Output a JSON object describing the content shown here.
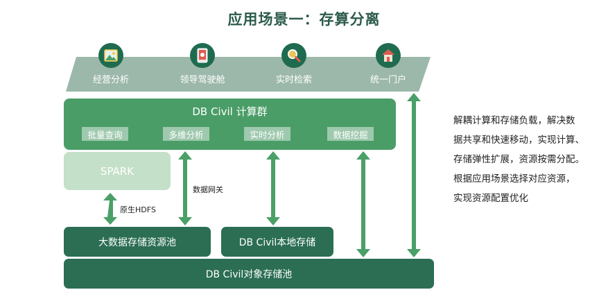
{
  "title": "应用场景一：存算分离",
  "apps": [
    {
      "label": "经营分析",
      "icon": "image-icon"
    },
    {
      "label": "领导驾驶舱",
      "icon": "phone-icon"
    },
    {
      "label": "实时检索",
      "icon": "search-icon"
    },
    {
      "label": "统一门户",
      "icon": "home-icon"
    }
  ],
  "cluster": {
    "title": "DB Civil 计算群",
    "tags": [
      "批量查询",
      "多维分析",
      "实时分析",
      "数据挖掘"
    ]
  },
  "spark": "SPARK",
  "labels": {
    "native_hdfs": "原生HDFS",
    "data_gateway": "数据网关"
  },
  "storage": {
    "big_data_pool": "大数据存储资源池",
    "local_storage": "DB Civil本地存储",
    "object_pool": "DB Civil对象存储池"
  },
  "description": [
    "解耦计算和存储负载，解决数",
    "据共享和快速移动，实现计算、",
    "存储弹性扩展，资源按需分配。",
    "根据应用场景选择对应资源，",
    "实现资源配置优化"
  ],
  "colors": {
    "banner": "#9cb8ab",
    "cluster": "#4a9d67",
    "spark": "#c4e0c8",
    "storage_dark": "#2b6e54",
    "arrow": "#4aa067",
    "icon_bg": "#1f6b4f"
  }
}
